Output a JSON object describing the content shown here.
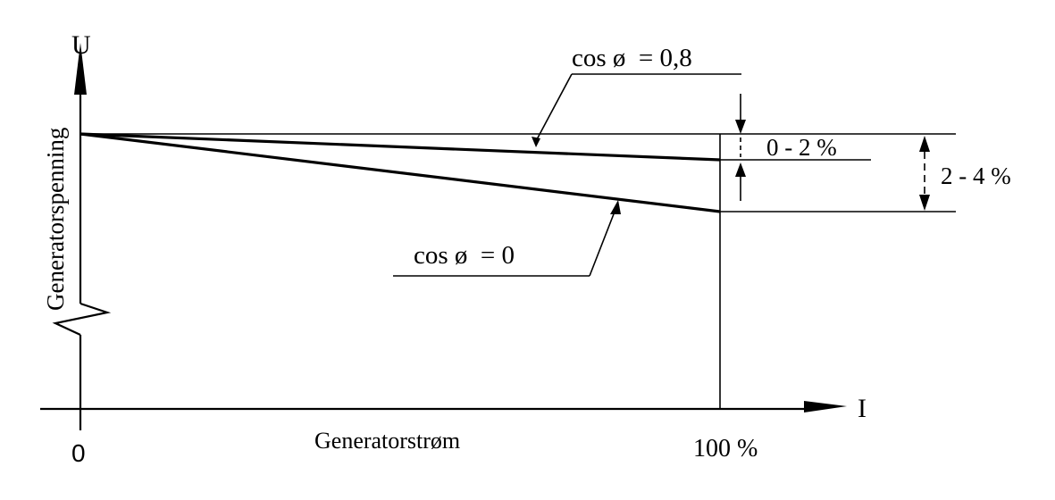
{
  "axes": {
    "y_label": "U",
    "y_title": "Generatorspenning",
    "x_label": "I",
    "x_title": "Generatorstrøm",
    "origin_label": "0",
    "x_tick_label": "100 %"
  },
  "curves": {
    "pf_08_label": "cos ø  = 0,8",
    "pf_0_label": "cos ø  = 0"
  },
  "dimensions": {
    "droop_pf_08": "0 - 2 %",
    "droop_pf_0": "2 - 4 %"
  }
}
